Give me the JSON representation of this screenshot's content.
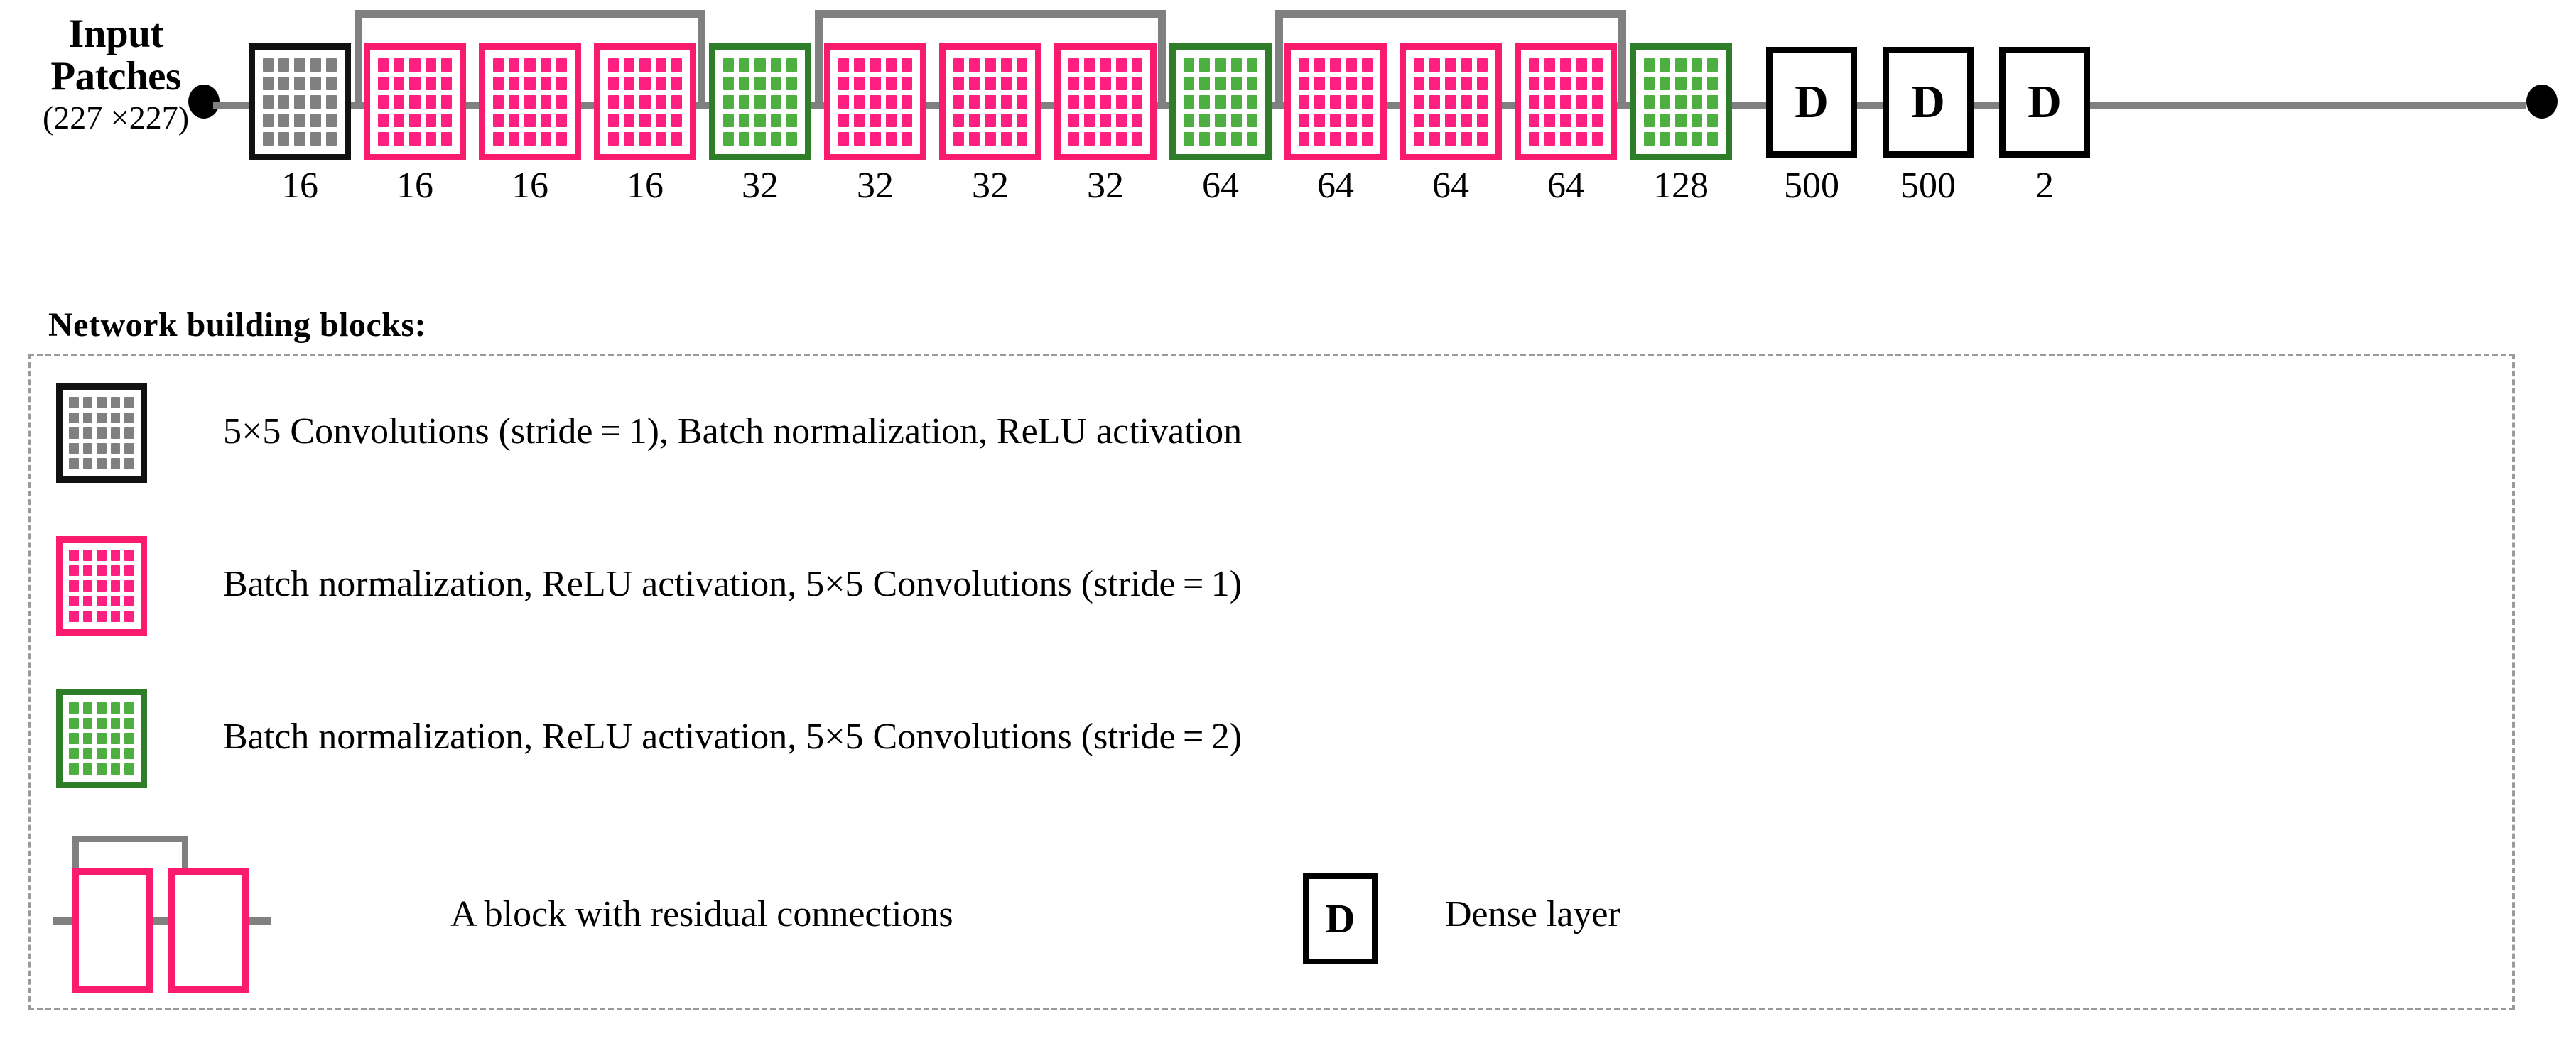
{
  "diagram": {
    "input": {
      "line1": "Input",
      "line2": "Patches",
      "line3": "(227 ×227)"
    },
    "layers": [
      {
        "kind": "gray",
        "label": "16",
        "icon": "conv-block-gray"
      },
      {
        "kind": "pink",
        "label": "16",
        "icon": "conv-block-pink"
      },
      {
        "kind": "pink",
        "label": "16",
        "icon": "conv-block-pink"
      },
      {
        "kind": "pink",
        "label": "16",
        "icon": "conv-block-pink"
      },
      {
        "kind": "green",
        "label": "32",
        "icon": "conv-block-green"
      },
      {
        "kind": "pink",
        "label": "32",
        "icon": "conv-block-pink"
      },
      {
        "kind": "pink",
        "label": "32",
        "icon": "conv-block-pink"
      },
      {
        "kind": "pink",
        "label": "32",
        "icon": "conv-block-pink"
      },
      {
        "kind": "green",
        "label": "64",
        "icon": "conv-block-green"
      },
      {
        "kind": "pink",
        "label": "64",
        "icon": "conv-block-pink"
      },
      {
        "kind": "pink",
        "label": "64",
        "icon": "conv-block-pink"
      },
      {
        "kind": "pink",
        "label": "64",
        "icon": "conv-block-pink"
      },
      {
        "kind": "green",
        "label": "128",
        "icon": "conv-block-green"
      }
    ],
    "dense_layers": [
      {
        "glyph": "D",
        "label": "500"
      },
      {
        "glyph": "D",
        "label": "500"
      },
      {
        "glyph": "D",
        "label": "2"
      }
    ],
    "residual_groups": 3
  },
  "legend": {
    "title": "Network building blocks:",
    "entries": [
      {
        "swatch": "conv-block-gray",
        "text": "5×5 Convolutions (stride = 1), Batch normalization, ReLU activation"
      },
      {
        "swatch": "conv-block-pink",
        "text": "Batch normalization, ReLU activation, 5×5 Convolutions (stride = 1)"
      },
      {
        "swatch": "conv-block-green",
        "text": "Batch normalization, ReLU activation, 5×5 Convolutions (stride = 2)"
      }
    ],
    "residual": {
      "icon": "residual-block-icon",
      "text": "A block with residual connections"
    },
    "dense": {
      "glyph": "D",
      "text": "Dense layer"
    }
  },
  "colors": {
    "pink_border": "#FB1B6E",
    "pink_fill": "#FD2080",
    "green_border": "#2E7D28",
    "green_fill": "#4CAF3F",
    "gray_fill": "#808080",
    "connector": "#808080",
    "black": "#000000"
  }
}
